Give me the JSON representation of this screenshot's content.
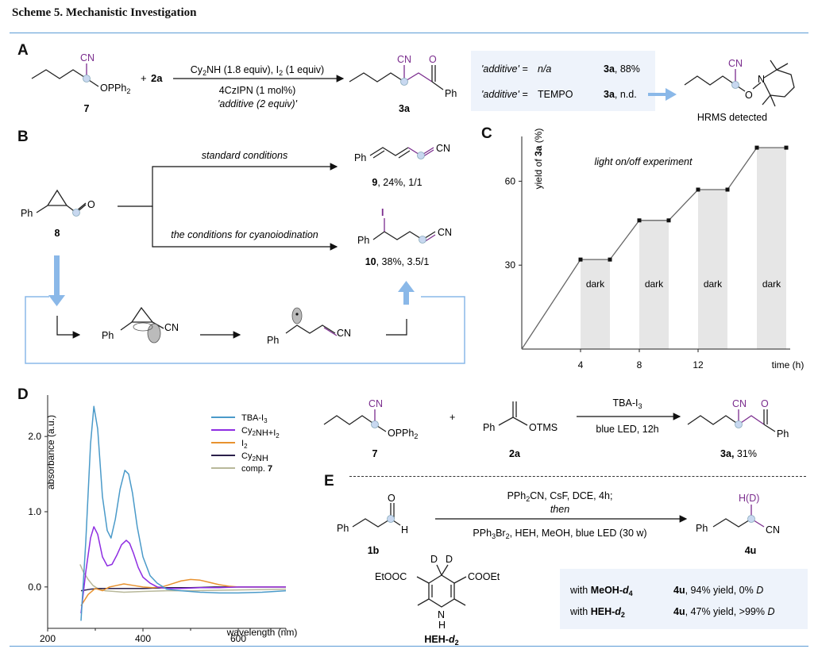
{
  "title": "Scheme 5. Mechanistic Investigation",
  "panels": {
    "a": "A",
    "b": "B",
    "c": "C",
    "d": "D",
    "e": "E"
  },
  "colors": {
    "accent": "#7b2d8e",
    "blue": "#5b9bd5",
    "arrow_blue": "#8ab8e8",
    "box_bg": "#eef3fb"
  },
  "A": {
    "cmpd7_cn": "CN",
    "cmpd7_o": "OPPh",
    "cmpd7_sub": "2",
    "cmpd7_label": "7",
    "plus": "+",
    "reagent_2a": "2a",
    "cond1": "Cy",
    "cond1_sub": "2",
    "cond1_rest": "NH (1.8 equiv), I",
    "cond1_sub2": "2",
    "cond1_end": " (1 equiv)",
    "cond2": "4CzIPN (1 mol%)",
    "cond3": "'additive (2 equiv)'",
    "prod_cn": "CN",
    "prod_o": "O",
    "prod_ph": "Ph",
    "prod_label": "3a",
    "box_rows": [
      {
        "key": "'additive' =",
        "val": "n/a",
        "res_bold": "3a",
        "res": ", 88%"
      },
      {
        "key": "'additive' =",
        "val": "TEMPO",
        "res_bold": "3a",
        "res": ", n.d."
      }
    ],
    "tempo_cn": "CN",
    "tempo_n": "N",
    "tempo_o": "O",
    "hrms": "HRMS detected"
  },
  "B": {
    "ph": "Ph",
    "o": "O",
    "label8": "8",
    "cond_std": "standard conditions",
    "cond_ci": "the conditions for cyanoiodination",
    "p9_ph": "Ph",
    "p9_cn": "CN",
    "p9_label_bold": "9",
    "p9_label": ", 24%, 1/1",
    "p10_i": "I",
    "p10_ph": "Ph",
    "p10_cn": "CN",
    "p10_label_bold": "10",
    "p10_label": ", 38%, 3.5/1",
    "int1_ph": "Ph",
    "int1_cn": "CN",
    "int2_ph": "Ph",
    "int2_cn": "CN"
  },
  "C": {
    "ylabel_pre": "yield of ",
    "ylabel_bold": "3a",
    "ylabel_post": " (%)",
    "title": "light on/off experiment",
    "xlabel": "time (h)",
    "dark": "dark",
    "chart_data": {
      "type": "line",
      "title": "light on/off experiment",
      "xlabel": "time (h)",
      "ylabel": "yield of 3a (%)",
      "x": [
        0,
        4,
        6,
        8,
        10,
        12,
        14,
        16,
        18
      ],
      "y": [
        0,
        32,
        32,
        46,
        46,
        57,
        57,
        72,
        72
      ],
      "xticks": [
        4,
        8,
        12
      ],
      "yticks": [
        30,
        60
      ],
      "xlim": [
        0,
        18
      ],
      "ylim": [
        0,
        76
      ],
      "dark_periods": [
        [
          4,
          6
        ],
        [
          8,
          10
        ],
        [
          12,
          14
        ],
        [
          16,
          18
        ]
      ],
      "grid": false
    }
  },
  "D": {
    "ylabel": "absorbance (a.u.)",
    "xlabel": "wavelength (nm)",
    "legend": [
      "TBA-I3",
      "Cy2NH+I2",
      "I2",
      "Cy2NH",
      "comp. 7"
    ],
    "legend_pos": "top-right",
    "chart_data": {
      "type": "line",
      "xlabel": "wavelength (nm)",
      "ylabel": "absorbance (a.u.)",
      "xlim": [
        200,
        700
      ],
      "ylim": [
        -0.55,
        2.55
      ],
      "xticks": [
        200,
        400,
        600
      ],
      "yticks": [
        0.0,
        1.0,
        2.0
      ],
      "series": [
        {
          "name": "TBA-I3",
          "color": "#4a9ac9",
          "x": [
            270,
            280,
            290,
            297,
            305,
            315,
            325,
            333,
            342,
            352,
            362,
            370,
            378,
            388,
            400,
            415,
            430,
            450,
            480,
            520,
            560,
            600,
            650,
            700
          ],
          "y": [
            -0.45,
            0.6,
            1.9,
            2.4,
            2.1,
            1.2,
            0.75,
            0.65,
            0.9,
            1.3,
            1.55,
            1.5,
            1.25,
            0.8,
            0.4,
            0.15,
            0.05,
            -0.03,
            -0.05,
            -0.07,
            -0.08,
            -0.08,
            -0.07,
            -0.05
          ]
        },
        {
          "name": "Cy2NH+I2",
          "color": "#8e2de2",
          "x": [
            270,
            280,
            290,
            297,
            305,
            315,
            325,
            335,
            345,
            355,
            365,
            372,
            380,
            390,
            400,
            415,
            430,
            450,
            480,
            520,
            560,
            600,
            650,
            700
          ],
          "y": [
            -0.35,
            0.2,
            0.65,
            0.8,
            0.7,
            0.4,
            0.28,
            0.3,
            0.42,
            0.56,
            0.62,
            0.58,
            0.45,
            0.26,
            0.13,
            0.05,
            0.0,
            -0.02,
            -0.02,
            -0.01,
            -0.01,
            0.0,
            0.0,
            0.0
          ]
        },
        {
          "name": "I2",
          "color": "#e8922f",
          "x": [
            270,
            285,
            300,
            315,
            330,
            345,
            360,
            380,
            400,
            420,
            440,
            460,
            480,
            500,
            520,
            540,
            560,
            580,
            600,
            650,
            700
          ],
          "y": [
            -0.25,
            -0.1,
            -0.02,
            -0.05,
            0.0,
            0.02,
            0.04,
            0.02,
            0.0,
            -0.01,
            0.0,
            0.04,
            0.08,
            0.1,
            0.09,
            0.06,
            0.03,
            0.01,
            0.0,
            0.0,
            0.0
          ]
        },
        {
          "name": "Cy2NH",
          "color": "#2a1f4a",
          "x": [
            270,
            290,
            310,
            330,
            360,
            400,
            450,
            500,
            550,
            600,
            650,
            700
          ],
          "y": [
            -0.05,
            -0.03,
            -0.02,
            -0.02,
            -0.02,
            -0.02,
            -0.01,
            -0.01,
            0.0,
            0.0,
            0.0,
            0.0
          ]
        },
        {
          "name": "comp. 7",
          "color": "#b8b89a",
          "x": [
            268,
            275,
            285,
            295,
            305,
            320,
            340,
            360,
            400,
            450,
            500,
            600,
            700
          ],
          "y": [
            0.3,
            0.2,
            0.1,
            0.02,
            -0.02,
            -0.05,
            -0.06,
            -0.07,
            -0.06,
            -0.05,
            -0.05,
            -0.04,
            -0.03
          ]
        }
      ]
    }
  },
  "Drxn": {
    "c7_cn": "CN",
    "c7_o": "OPPh",
    "c7_sub": "2",
    "c7_label": "7",
    "plus": "+",
    "e_ph": "Ph",
    "e_otms": "OTMS",
    "e_label": "2a",
    "cond1": "TBA-I",
    "cond1_sub": "3",
    "cond2": "blue LED, 12h",
    "p_cn": "CN",
    "p_o": "O",
    "p_ph": "Ph",
    "p_label_bold": "3a,",
    "p_label": " 31%"
  },
  "E": {
    "s_ph": "Ph",
    "s_o": "O",
    "s_h": "H",
    "s_label": "1b",
    "cond1": "PPh",
    "cond1_sub": "2",
    "cond1_rest": "CN, CsF, DCE, 4h;",
    "cond2": "then",
    "cond3": "PPh",
    "cond3_sub": "3",
    "cond3_mid": "Br",
    "cond3_sub2": "2",
    "cond3_rest": ", HEH, MeOH, blue LED (30 w)",
    "p_hd": "H(D)",
    "p_ph": "Ph",
    "p_cn": "CN",
    "p_label": "4u",
    "heh_d": "D",
    "heh_left": "EtOOC",
    "heh_right": "COOEt",
    "heh_n": "N",
    "heh_h": "H",
    "heh_label": "HEH-",
    "heh_label_it": "d",
    "heh_label_sub": "2",
    "box_rows": [
      {
        "pre": "with ",
        "bold": "MeOH-",
        "it": "d",
        "sub": "4",
        "res_bold": "4u",
        "res": ", 94% yield, 0% ",
        "res_it": "D"
      },
      {
        "pre": "with ",
        "bold": "HEH-",
        "it": "d",
        "sub": "2",
        "res_bold": "4u",
        "res": ", 47% yield, >99% ",
        "res_it": "D"
      }
    ]
  }
}
